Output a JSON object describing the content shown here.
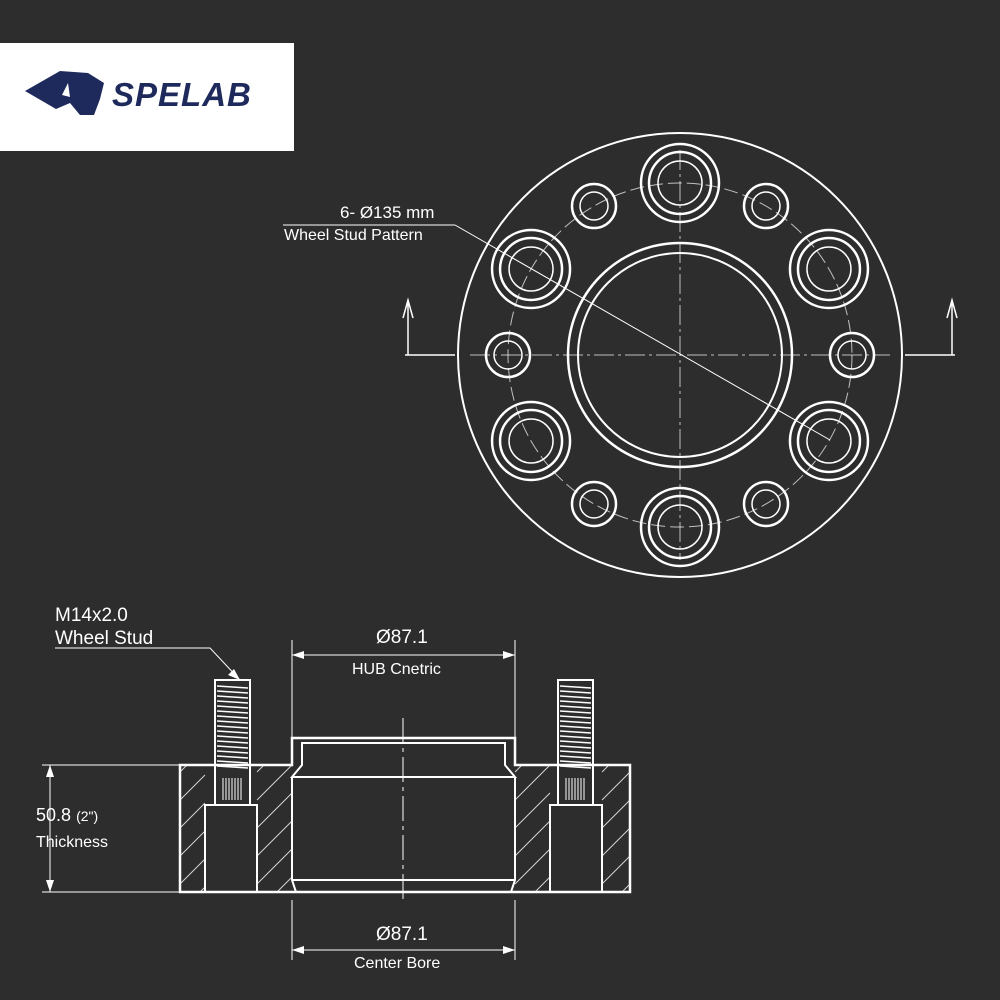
{
  "logo": {
    "brand": "SPELAB",
    "color": "#1f2a5c"
  },
  "top_view": {
    "pattern_value": "6- Ø135 mm",
    "pattern_label": "Wheel Stud  Pattern"
  },
  "side_view": {
    "stud_spec": "M14x2.0",
    "stud_label": "Wheel Stud",
    "hub_value": "Ø87.1",
    "hub_label": "HUB Cnetric",
    "thickness_value": "50.8",
    "thickness_inch": "(2\")",
    "thickness_label": "Thickness",
    "bore_value": "Ø87.1",
    "bore_label": "Center Bore"
  },
  "colors": {
    "background": "#2d2d2d",
    "line": "#ffffff"
  }
}
